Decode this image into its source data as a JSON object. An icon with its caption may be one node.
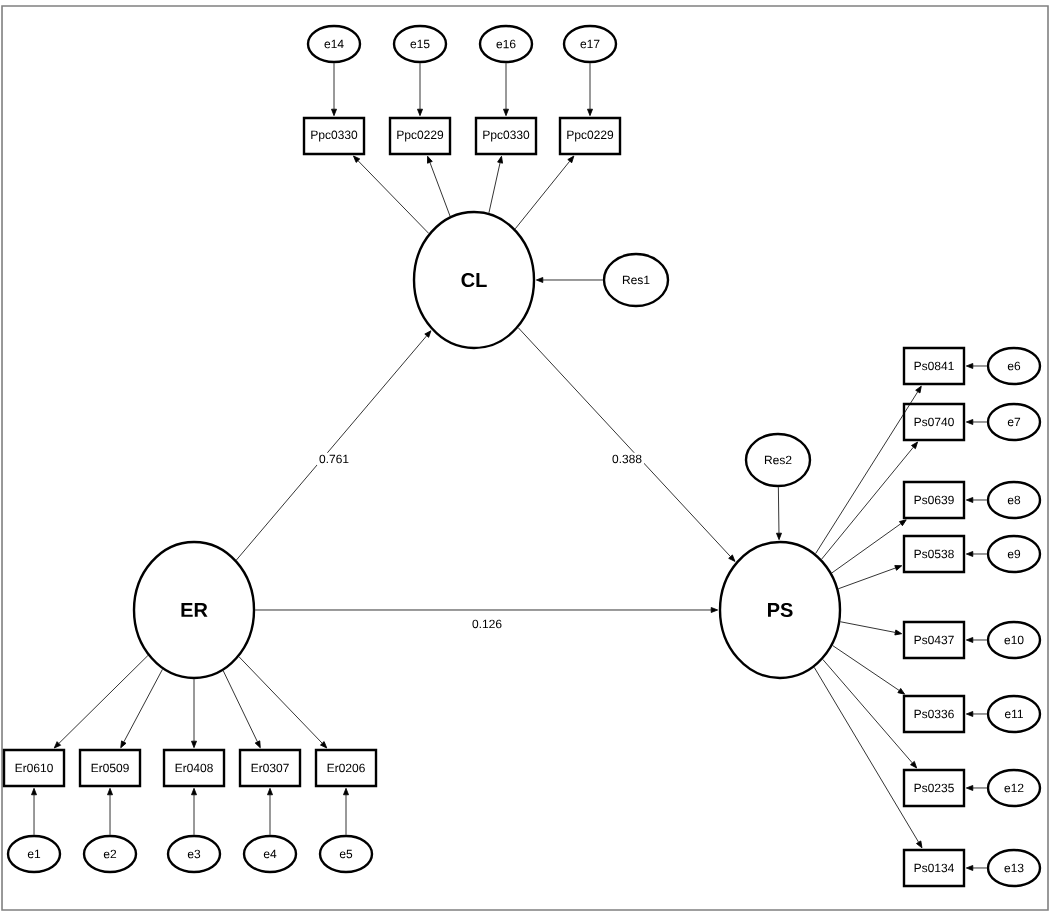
{
  "diagram": {
    "nodes": [
      {
        "text": [
          "e14"
        ]
      },
      {
        "text": [
          "e15"
        ]
      },
      {
        "text": [
          "e16"
        ]
      },
      {
        "text": [
          "e17"
        ]
      },
      {
        "text": [
          "Ppc0330"
        ]
      },
      {
        "text": [
          "Ppc0229"
        ]
      },
      {
        "text": [
          "Ppc0330"
        ]
      },
      {
        "text": [
          "Ppc0229"
        ]
      },
      {
        "text": [
          "CL"
        ]
      },
      {
        "text": [
          "Res1"
        ]
      },
      {
        "text": [
          "Res2"
        ]
      },
      {
        "text": [
          "ER"
        ]
      },
      {
        "text": [
          "PS"
        ]
      },
      {
        "text": [
          "Ps0841"
        ]
      },
      {
        "text": [
          "Ps0740"
        ]
      },
      {
        "text": [
          "Ps0639"
        ]
      },
      {
        "text": [
          "Ps0538"
        ]
      },
      {
        "text": [
          "Ps0437"
        ]
      },
      {
        "text": [
          "Ps0336"
        ]
      },
      {
        "text": [
          "Ps0235"
        ]
      },
      {
        "text": [
          "Ps0134"
        ]
      },
      {
        "text": [
          "e6"
        ]
      },
      {
        "text": [
          "e7"
        ]
      },
      {
        "text": [
          "e8"
        ]
      },
      {
        "text": [
          "e9"
        ]
      },
      {
        "text": [
          "e10"
        ]
      },
      {
        "text": [
          "e11"
        ]
      },
      {
        "text": [
          "e12"
        ]
      },
      {
        "text": [
          "e13"
        ]
      },
      {
        "text": [
          "Er0610"
        ]
      },
      {
        "text": [
          "Er0509"
        ]
      },
      {
        "text": [
          "Er0408"
        ]
      },
      {
        "text": [
          "Er0307"
        ]
      },
      {
        "text": [
          "Er0206"
        ]
      },
      {
        "text": [
          "e1"
        ]
      },
      {
        "text": [
          "e2"
        ]
      },
      {
        "text": [
          "e3"
        ]
      },
      {
        "text": [
          "e4"
        ]
      },
      {
        "text": [
          "e5"
        ]
      }
    ],
    "edges": [
      {
        "from": 0,
        "to": 4,
        "arrow": "to"
      },
      {
        "from": 1,
        "to": 5,
        "arrow": "to"
      },
      {
        "from": 2,
        "to": 6,
        "arrow": "to"
      },
      {
        "from": 3,
        "to": 7,
        "arrow": "to"
      },
      {
        "from": 8,
        "to": 4,
        "arrow": "to"
      },
      {
        "from": 8,
        "to": 5,
        "arrow": "to"
      },
      {
        "from": 8,
        "to": 6,
        "arrow": "to"
      },
      {
        "from": 8,
        "to": 7,
        "arrow": "to"
      },
      {
        "from": 9,
        "to": 8,
        "arrow": "to"
      },
      {
        "from": 10,
        "to": 12,
        "arrow": "to"
      },
      {
        "from": 11,
        "to": 8,
        "arrow": "to",
        "label": "0.761"
      },
      {
        "from": 8,
        "to": 12,
        "arrow": "to",
        "label": "0.388"
      },
      {
        "from": 11,
        "to": 12,
        "arrow": "to",
        "label": "0.126"
      },
      {
        "from": 12,
        "to": 13,
        "arrow": "to"
      },
      {
        "from": 12,
        "to": 14,
        "arrow": "to"
      },
      {
        "from": 12,
        "to": 15,
        "arrow": "to"
      },
      {
        "from": 12,
        "to": 16,
        "arrow": "to"
      },
      {
        "from": 12,
        "to": 17,
        "arrow": "to"
      },
      {
        "from": 12,
        "to": 18,
        "arrow": "to"
      },
      {
        "from": 12,
        "to": 19,
        "arrow": "to"
      },
      {
        "from": 12,
        "to": 20,
        "arrow": "to"
      },
      {
        "from": 21,
        "to": 13,
        "arrow": "to"
      },
      {
        "from": 22,
        "to": 14,
        "arrow": "to"
      },
      {
        "from": 23,
        "to": 15,
        "arrow": "to"
      },
      {
        "from": 24,
        "to": 16,
        "arrow": "to"
      },
      {
        "from": 25,
        "to": 17,
        "arrow": "to"
      },
      {
        "from": 26,
        "to": 18,
        "arrow": "to"
      },
      {
        "from": 27,
        "to": 19,
        "arrow": "to"
      },
      {
        "from": 28,
        "to": 20,
        "arrow": "to"
      },
      {
        "from": 11,
        "to": 29,
        "arrow": "to"
      },
      {
        "from": 11,
        "to": 30,
        "arrow": "to"
      },
      {
        "from": 11,
        "to": 31,
        "arrow": "to"
      },
      {
        "from": 11,
        "to": 32,
        "arrow": "to"
      },
      {
        "from": 11,
        "to": 33,
        "arrow": "to"
      },
      {
        "from": 34,
        "to": 29,
        "arrow": "to"
      },
      {
        "from": 35,
        "to": 30,
        "arrow": "to"
      },
      {
        "from": 36,
        "to": 31,
        "arrow": "to"
      },
      {
        "from": 37,
        "to": 32,
        "arrow": "to"
      },
      {
        "from": 38,
        "to": 33,
        "arrow": "to"
      }
    ]
  }
}
